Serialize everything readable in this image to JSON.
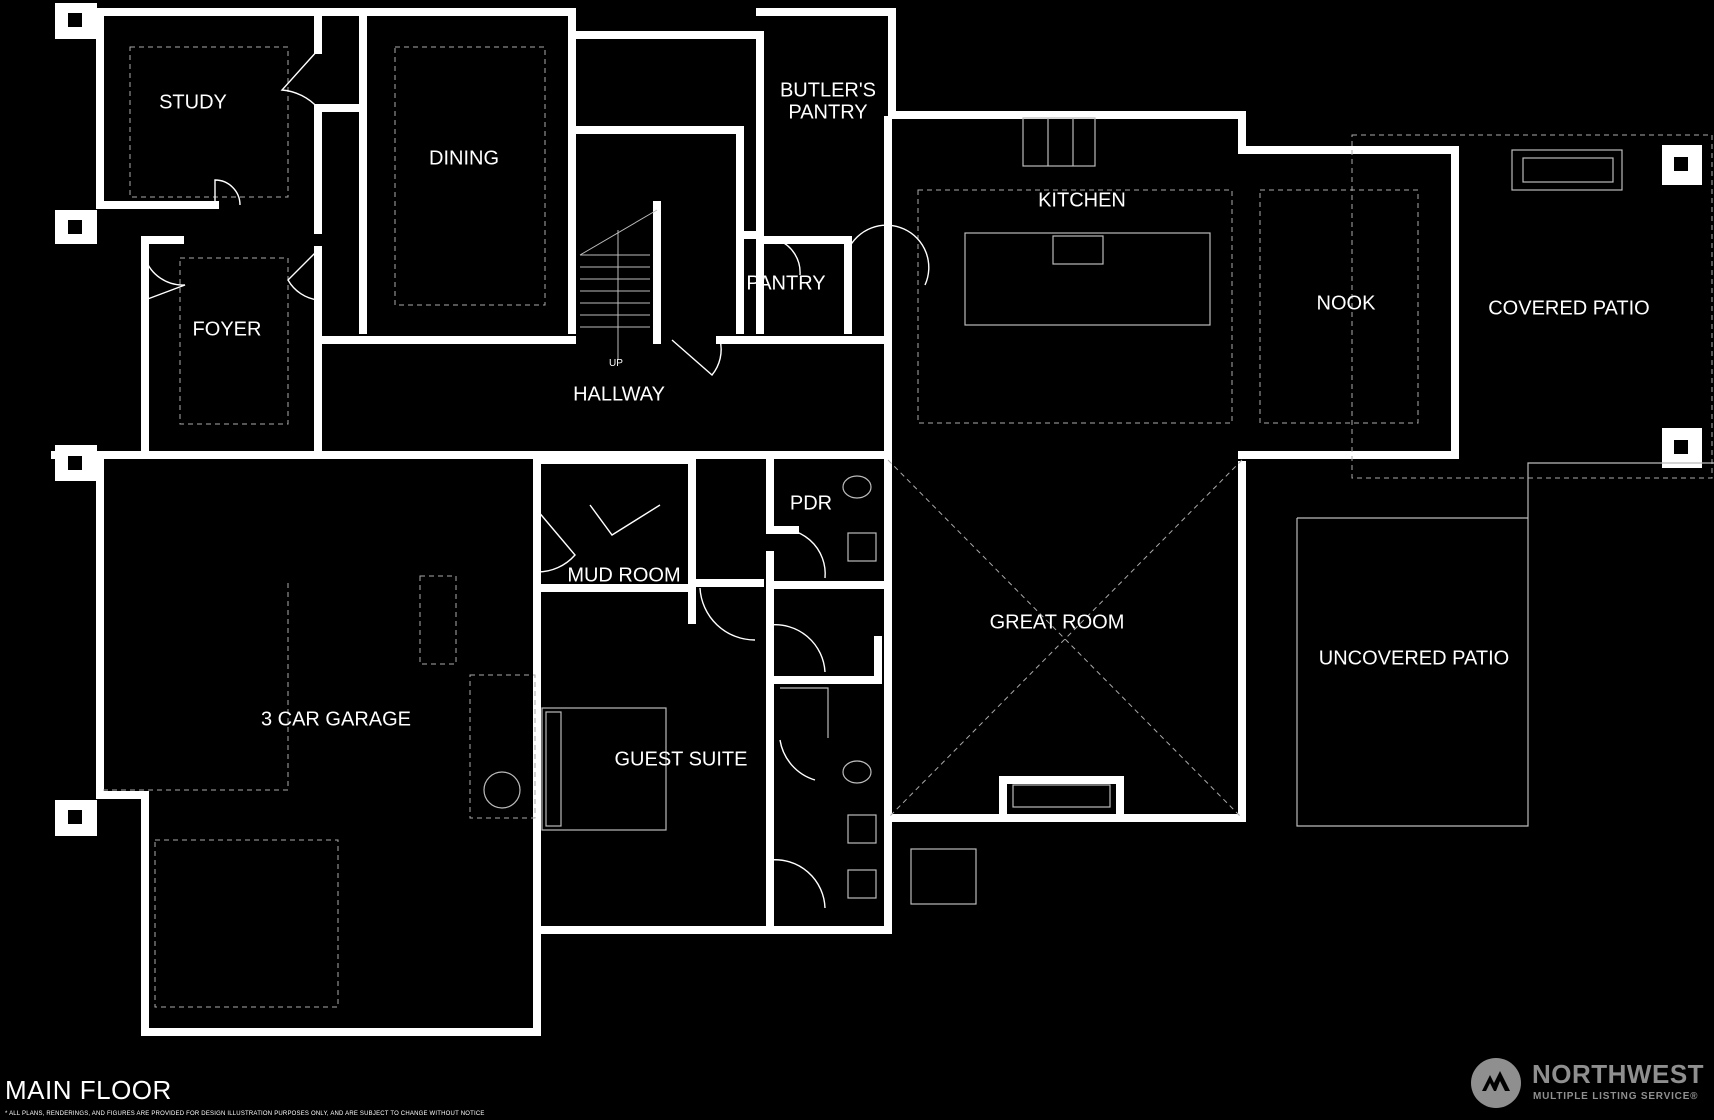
{
  "floor_title": "MAIN FLOOR",
  "disclaimer": "* ALL PLANS, RENDERINGS, AND FIGURES ARE PROVIDED FOR DESIGN ILLUSTRATION PURPOSES ONLY, AND ARE SUBJECT TO CHANGE WITHOUT NOTICE",
  "rooms": {
    "study": "STUDY",
    "dining": "DINING",
    "butlers_pantry_1": "BUTLER'S",
    "butlers_pantry_2": "PANTRY",
    "kitchen": "KITCHEN",
    "nook": "NOOK",
    "covered_patio": "COVERED PATIO",
    "foyer": "FOYER",
    "pantry": "PANTRY",
    "hallway": "HALLWAY",
    "stairs_up": "UP",
    "pdr": "PDR",
    "mud_room": "MUD ROOM",
    "great_room": "GREAT ROOM",
    "uncovered_patio": "UNCOVERED PATIO",
    "garage": "3 CAR GARAGE",
    "guest_suite": "GUEST SUITE"
  },
  "logo": {
    "name": "NORTHWEST",
    "subtitle": "MULTIPLE LISTING SERVICE®",
    "icon": "nwmls-logo-icon"
  },
  "colors": {
    "background": "#000000",
    "walls": "#ffffff",
    "logo_gray": "#8f8f8f"
  }
}
